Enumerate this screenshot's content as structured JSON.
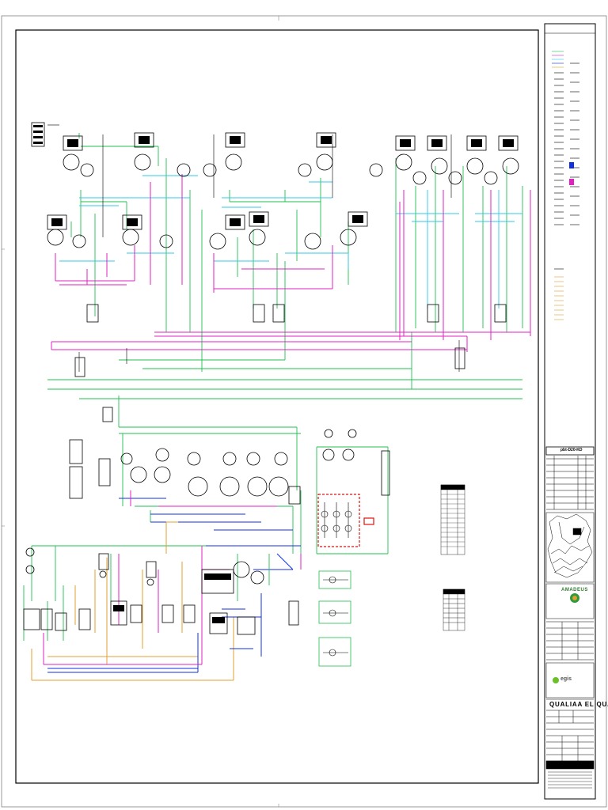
{
  "colors": {
    "green": "#1fbf4f",
    "magenta": "#e020c0",
    "cyan": "#30c8e8",
    "blue": "#1030e0",
    "orange": "#e0a030",
    "red": "#e01010",
    "black": "#000000"
  },
  "title_block": {
    "client_logo_text": "AMADEUS",
    "consultant_logo_text": "egis",
    "project_name": "QUALIAA EL QUAOAR",
    "drawing_code": "pbt-D20-KD"
  }
}
